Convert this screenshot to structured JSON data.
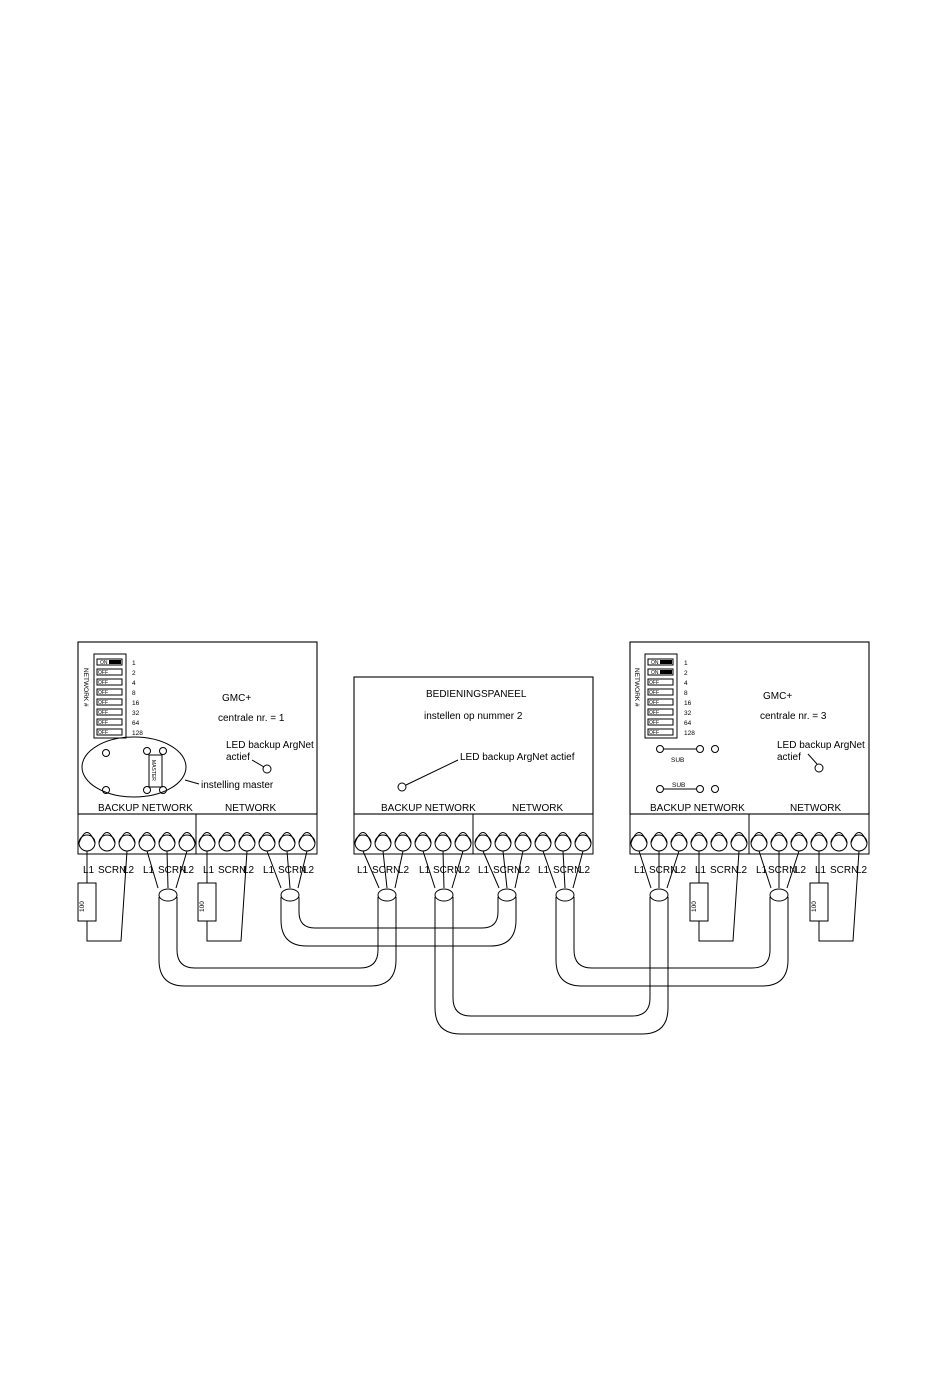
{
  "panels": {
    "left": {
      "title": "GMC+",
      "subtitle": "centrale nr. = 1",
      "dip_label": "NETWORK #",
      "dip_switches": [
        {
          "state": "ON",
          "value": "1"
        },
        {
          "state": "OFF",
          "value": "2"
        },
        {
          "state": "OFF",
          "value": "4"
        },
        {
          "state": "OFF",
          "value": "8"
        },
        {
          "state": "OFF",
          "value": "16"
        },
        {
          "state": "OFF",
          "value": "32"
        },
        {
          "state": "OFF",
          "value": "64"
        },
        {
          "state": "OFF",
          "value": "128"
        }
      ],
      "led_label_1": "LED backup ArgNet",
      "led_label_2": "actief",
      "jumper_label": "MASTER",
      "jumper_caption": "instelling master",
      "section_backup": "BACKUP NETWORK",
      "section_network": "NETWORK",
      "terminals": [
        "L1",
        "SCRN",
        "L2",
        "L1",
        "SCRN",
        "L2",
        "L1",
        "SCRN",
        "L2",
        "L1",
        "SCRN",
        "L2"
      ],
      "resistor": "100"
    },
    "middle": {
      "title": "BEDIENINGSPANEEL",
      "subtitle": "instellen op nummer 2",
      "led_label": "LED backup ArgNet actief",
      "section_backup": "BACKUP NETWORK",
      "section_network": "NETWORK",
      "terminals": [
        "L1",
        "SCRN",
        "L2",
        "L1",
        "SCRN",
        "L2",
        "L1",
        "SCRN",
        "L2",
        "L1",
        "SCRN",
        "L2"
      ]
    },
    "right": {
      "title": "GMC+",
      "subtitle": "centrale nr. = 3",
      "dip_label": "NETWORK #",
      "dip_switches": [
        {
          "state": "ON",
          "value": "1"
        },
        {
          "state": "ON",
          "value": "2"
        },
        {
          "state": "OFF",
          "value": "4"
        },
        {
          "state": "OFF",
          "value": "8"
        },
        {
          "state": "OFF",
          "value": "16"
        },
        {
          "state": "OFF",
          "value": "32"
        },
        {
          "state": "OFF",
          "value": "64"
        },
        {
          "state": "OFF",
          "value": "128"
        }
      ],
      "led_label_1": "LED backup ArgNet",
      "led_label_2": "actief",
      "sub_label_1": "SUB",
      "sub_label_2": "SUB",
      "section_backup": "BACKUP NETWORK",
      "section_network": "NETWORK",
      "terminals": [
        "L1",
        "SCRN",
        "L2",
        "L1",
        "SCRN",
        "L2",
        "L1",
        "SCRN",
        "L2",
        "L1",
        "SCRN",
        "L2"
      ],
      "resistor_1": "100",
      "resistor_2": "100"
    }
  }
}
